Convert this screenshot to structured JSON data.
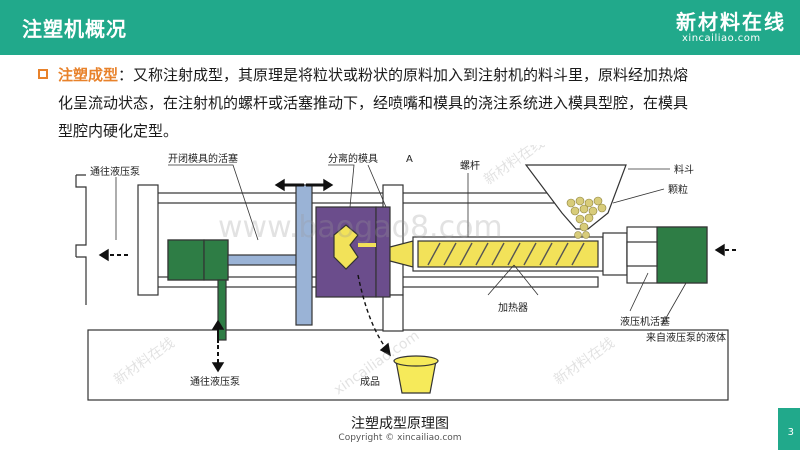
{
  "header": {
    "title": "注塑机概况",
    "logo_cn": "新材料在线",
    "logo_en": "xincailiao.com"
  },
  "intro": {
    "term": "注塑成型",
    "line1_rest": "：又称注射成型，其原理是将粒状或粉状的原料加入到注射机的料斗里，原料经加热熔",
    "line2": "化呈流动状态，在注射机的螺杆或活塞推动下，经喷嘴和模具的浇注系统进入模具型腔，在模具",
    "line3": "型腔内硬化定型。"
  },
  "diagram": {
    "labels": {
      "to_pump_left": "通往液压泵",
      "moving_piston": "开闭模具的活塞",
      "separated_mold": "分离的模具",
      "point_a": "A",
      "hopper": "料斗",
      "granules": "颗粒",
      "screw": "螺杆",
      "heater": "加热器",
      "hydraulic_piston": "液压机活塞",
      "fluid_from_pump": "来自液压泵的液体",
      "to_pump_bottom": "通往液压泵",
      "product": "成品"
    },
    "watermarks": [
      "新材料在线",
      "xincailiao.com",
      "www.baogao8.com"
    ],
    "colors": {
      "mold": "#6b4d8c",
      "hydraulic": "#2e7d45",
      "platen": "#9ab3d6",
      "granule": "#d8cc7a",
      "melt": "#f2e259",
      "product": "#f6ea5a"
    }
  },
  "caption": "注塑成型原理图",
  "copyright": "Copyright © xincailiao.com",
  "page_number": "3"
}
